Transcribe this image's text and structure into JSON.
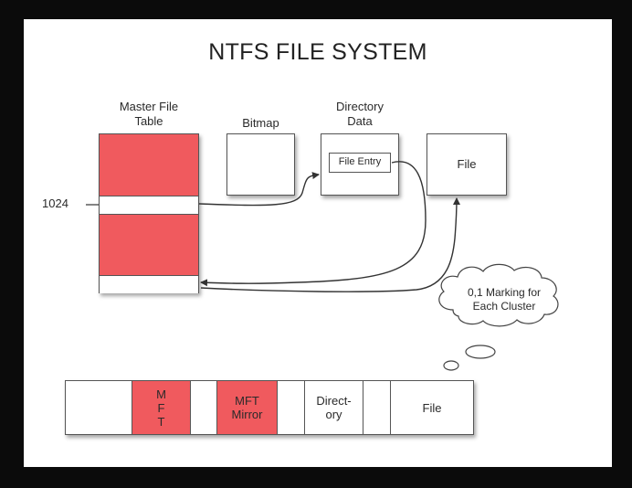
{
  "title": "NTFS FILE SYSTEM",
  "labels": {
    "mft_line1": "Master File",
    "mft_line2": "Table",
    "bitmap": "Bitmap",
    "dirdata_line1": "Directory",
    "dirdata_line2": "Data",
    "file_entry": "File Entry",
    "file": "File",
    "row_1024": "1024"
  },
  "thought_bubble": {
    "line1": "0,1 Marking for",
    "line2": "Each Cluster"
  },
  "disk_bar": {
    "segments": [
      {
        "lines": [],
        "highlight": false
      },
      {
        "lines": [
          "M",
          "F",
          "T"
        ],
        "highlight": true
      },
      {
        "lines": [],
        "highlight": false
      },
      {
        "lines": [
          "MFT",
          "Mirror"
        ],
        "highlight": true
      },
      {
        "lines": [],
        "highlight": false
      },
      {
        "lines": [
          "Direct-",
          "ory"
        ],
        "highlight": false
      },
      {
        "lines": [],
        "highlight": false
      },
      {
        "lines": [
          "File"
        ],
        "highlight": false
      }
    ]
  },
  "colors": {
    "highlight": "#f05a5e",
    "background": "#0b0b0b",
    "panel": "#ffffff"
  }
}
